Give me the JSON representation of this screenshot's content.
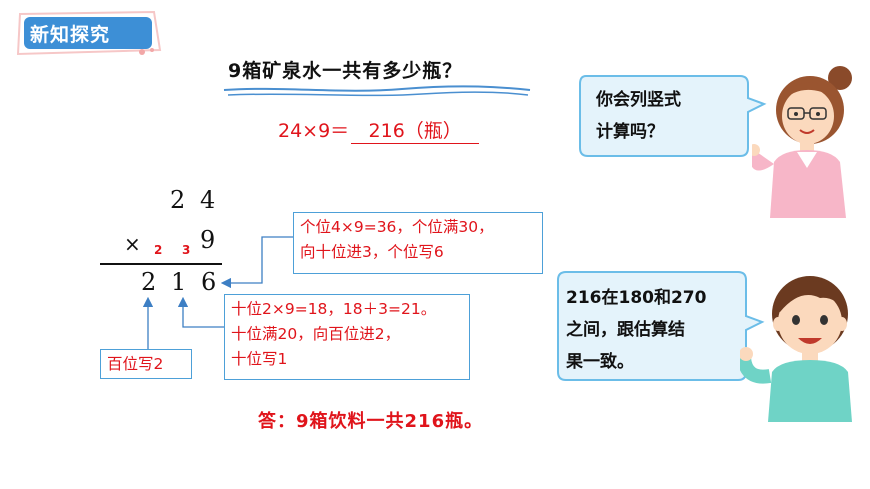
{
  "header": {
    "badge": "新知探究"
  },
  "problem": {
    "question": "9箱矿泉水一共有多少瓶？",
    "equation_left": "24×9＝",
    "equation_answer": "216（瓶）"
  },
  "vertical_calc": {
    "multiplicand_digits": [
      "2",
      "4"
    ],
    "times_sign": "×",
    "carries": [
      "2",
      "3"
    ],
    "multiplier": "9",
    "result_digits": [
      "2",
      "1",
      "6"
    ]
  },
  "notes": {
    "units": [
      "个位4×9=36，个位满30，",
      "向十位进3，个位写6"
    ],
    "tens": [
      "十位2×9=18，18＋3=21。",
      "十位满20，向百位进2，",
      "十位写1"
    ],
    "hundreds": "百位写2"
  },
  "answer": "答：9箱饮料一共216瓶。",
  "bubbles": {
    "teacher": [
      "你会列竖式",
      "计算吗？"
    ],
    "student": [
      "216在180和270",
      "之间，跟估算结",
      "果一致。"
    ]
  },
  "colors": {
    "accent_red": "#e0141b",
    "badge_blue": "#3d8fd6",
    "bubble_border": "#6bbde8",
    "bubble_fill": "#e4f3fb"
  }
}
